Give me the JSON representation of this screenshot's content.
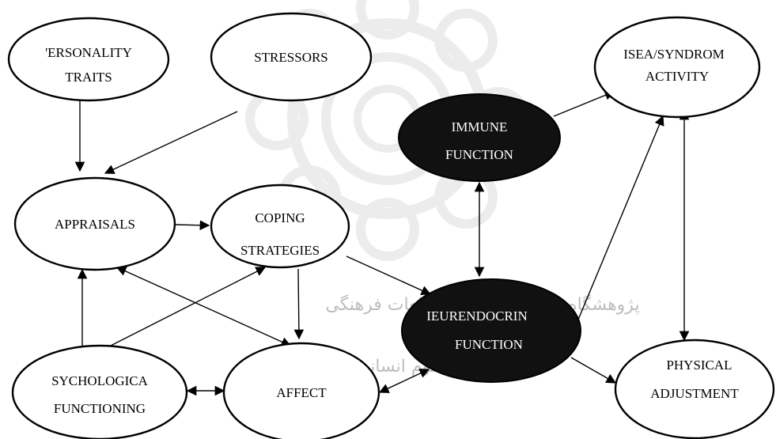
{
  "watermark": {
    "line1": "پژوهشگاه علوم انسانی و مطالعات فرهنگی",
    "line2": "پرتال جامع علوم انسانی"
  },
  "nodes": {
    "personality_traits": {
      "line1": "'ERSONALITY",
      "line2": "TRAITS"
    },
    "stressors": {
      "line1": "STRESSORS"
    },
    "appraisals": {
      "line1": "APPRAISALS"
    },
    "coping_strategies": {
      "line1": "COPING",
      "line2": "STRATEGIES"
    },
    "immune_function": {
      "line1": "IMMUNE",
      "line2": "FUNCTION"
    },
    "disease_activity": {
      "line1": "ISEA/SYNDROM",
      "line2": "ACTIVITY"
    },
    "neuroendocrine_function": {
      "line1": "IEURENDOCRIN",
      "line2": "FUNCTION"
    },
    "psychological_functioning": {
      "line1": "SYCHOLOGICA",
      "line2": "FUNCTIONING"
    },
    "affect": {
      "line1": "AFFECT"
    },
    "physical_adjustment": {
      "line1": "PHYSICAL",
      "line2": "ADJUSTMENT"
    }
  },
  "colors": {
    "outline": "#000000",
    "filled_node": "#111111",
    "filled_text": "#ffffff",
    "watermark": "#9a9a9a"
  }
}
